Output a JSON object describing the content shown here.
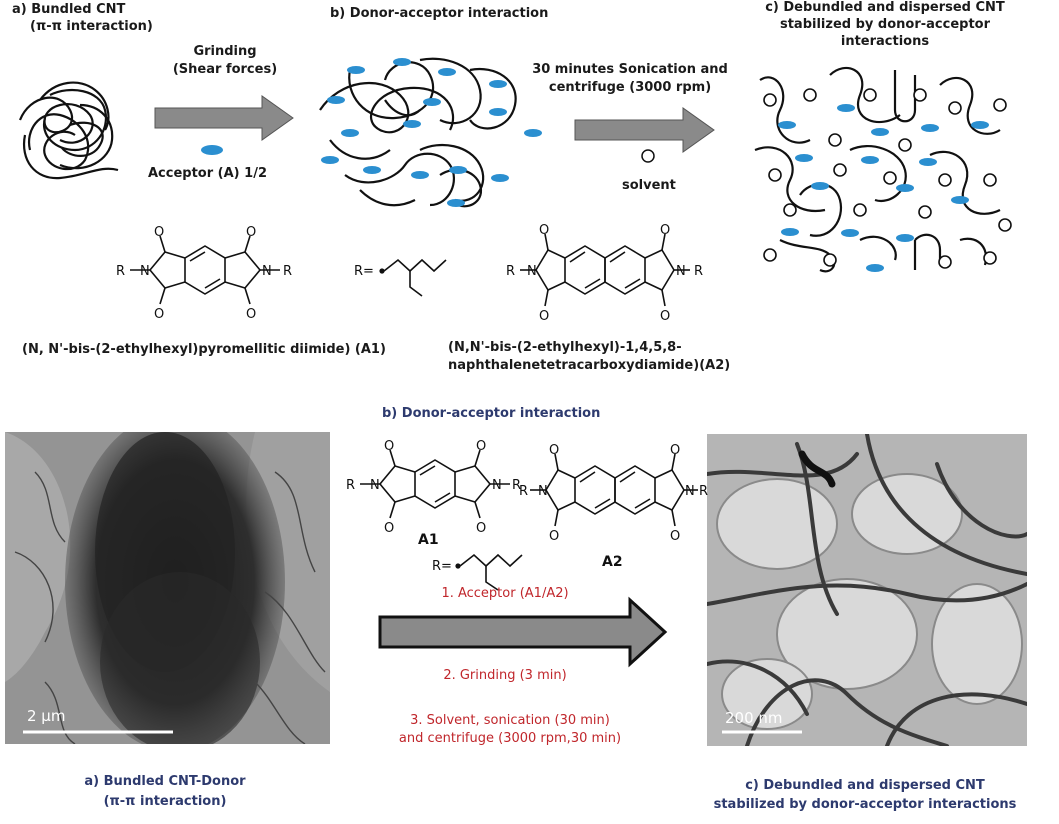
{
  "top_panel": {
    "a_title_line1": "a)   Bundled CNT",
    "a_title_line2": "(π-π interaction)",
    "b_title": "b) Donor-acceptor interaction",
    "c_title_line1": "c) Debundled and dispersed CNT",
    "c_title_line2": "stabilized by donor-acceptor",
    "c_title_line3": "interactions",
    "arrow1_line1": "Grinding",
    "arrow1_line2": "(Shear forces)",
    "acceptor_legend": "Acceptor (A) 1/2",
    "arrow2_line1": "30 minutes Sonication and",
    "arrow2_line2": "centrifuge (3000 rpm)",
    "solvent_legend": "solvent",
    "r_group": "R=",
    "a1_caption": "(N, N'-bis-(2-ethylhexyl)pyromellitic diimide) (A1)",
    "a2_caption_line1": "(N,N'-bis-(2-ethylhexyl)-1,4,5,8-",
    "a2_caption_line2": "naphthalenetetracarboxydiamide)(A2)"
  },
  "bottom_panel": {
    "b_title": "b) Donor-acceptor interaction",
    "a1_label": "A1",
    "a2_label": "A2",
    "r_group": "R=",
    "step1": "1. Acceptor (A1/A2)",
    "step2": "2. Grinding (3 min)",
    "step3_line1": "3. Solvent, sonication (30 min)",
    "step3_line2": "and centrifuge (3000 rpm,30 min)",
    "scale_left": "2 μm",
    "scale_right": "200 nm",
    "a_caption_line1": "a) Bundled CNT-Donor",
    "a_caption_line2": "(π-π interaction)",
    "c_caption_line1": "c) Debundled and dispersed CNT",
    "c_caption_line2": "stabilized by donor-acceptor interactions"
  },
  "chem": {
    "R": "R",
    "N": "N",
    "O": "O"
  },
  "colors": {
    "acceptor": "#2b8fd0",
    "arrow_fill": "#8a8a8a",
    "navy_text": "#2d3a6e",
    "red_text": "#c0262b"
  }
}
